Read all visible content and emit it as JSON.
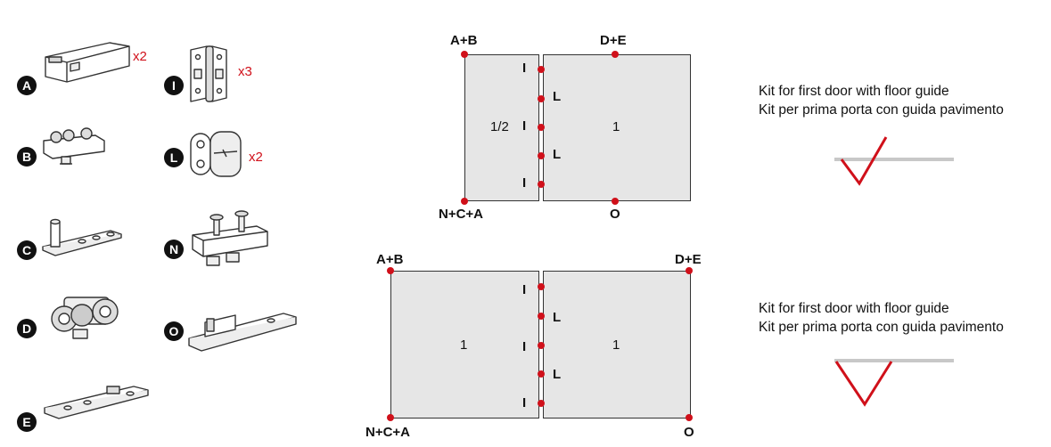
{
  "parts": [
    {
      "letter": "A",
      "qty": "x2",
      "icon": "connector-bracket-icon"
    },
    {
      "letter": "B",
      "qty": "",
      "icon": "roller-carriage-icon"
    },
    {
      "letter": "C",
      "qty": "",
      "icon": "pivot-pin-plate-icon"
    },
    {
      "letter": "D",
      "qty": "",
      "icon": "trolley-wheel-icon"
    },
    {
      "letter": "E",
      "qty": "",
      "icon": "floor-guide-rail-icon"
    },
    {
      "letter": "I",
      "qty": "x3",
      "icon": "hinge-icon"
    },
    {
      "letter": "L",
      "qty": "x2",
      "icon": "magnet-stop-icon"
    },
    {
      "letter": "N",
      "qty": "",
      "icon": "top-pivot-bracket-icon"
    },
    {
      "letter": "O",
      "qty": "",
      "icon": "bottom-guide-icon"
    }
  ],
  "diagram1": {
    "top_left": "A+B",
    "top_right": "D+E",
    "bottom_left": "N+C+A",
    "bottom_right": "O",
    "left_panel": "1/2",
    "right_panel": "1",
    "hinge_labels": [
      "I",
      "L",
      "I",
      "L",
      "I"
    ]
  },
  "diagram2": {
    "top_left": "A+B",
    "top_right": "D+E",
    "bottom_left": "N+C+A",
    "bottom_right": "O",
    "left_panel": "1",
    "right_panel": "1",
    "hinge_labels": [
      "I",
      "L",
      "I",
      "L",
      "I"
    ]
  },
  "descriptions": [
    {
      "en": "Kit for first door with floor guide",
      "it": "Kit per prima porta con guida pavimento"
    },
    {
      "en": "Kit for first door with floor guide",
      "it": "Kit per prima porta con guida pavimento"
    }
  ],
  "colors": {
    "accent": "#d0101a",
    "panel": "#e6e6e6",
    "floor_line": "#c8c8c8"
  }
}
